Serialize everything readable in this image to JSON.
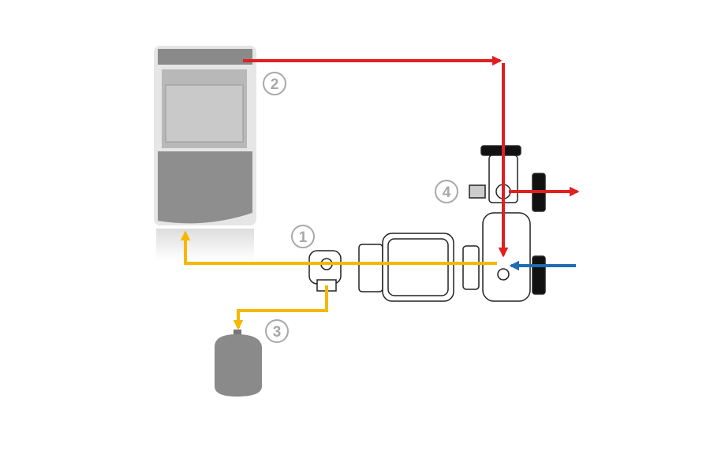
{
  "labels": {
    "one": "1",
    "two": "2",
    "three": "3",
    "four": "4"
  },
  "colors": {
    "hot_flow": "#e02020",
    "return_flow": "#f5b800",
    "cold_inflow": "#1f6db5",
    "label_gray": "#a8a8a8",
    "stove_gray": "#8d8d8d"
  }
}
